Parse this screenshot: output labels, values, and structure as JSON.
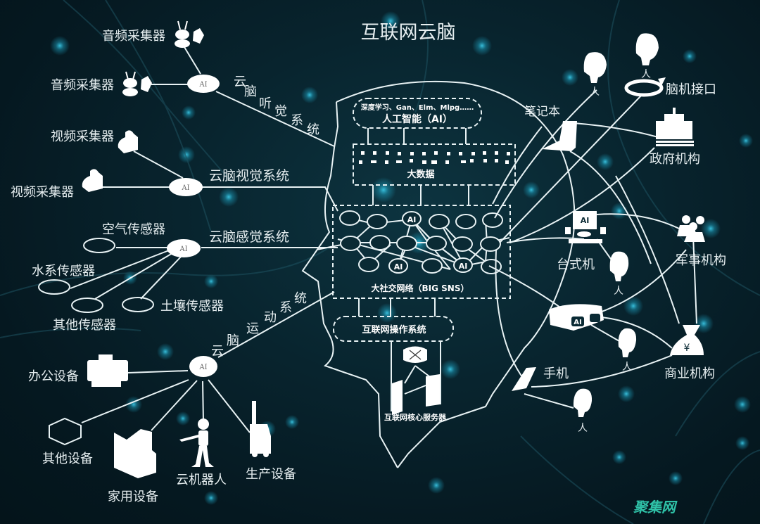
{
  "title": "互联网云脑",
  "watermark": {
    "text": "聚集网",
    "color": "#2fc2a8"
  },
  "colors": {
    "background": "#061a22",
    "line": "#e8f2f4",
    "glow": "#1fb6d6"
  },
  "brain_center": {
    "ai_layer": {
      "subtitle": "深度学习、Gan、Elm、Mlpg……",
      "label": "人工智能（AI）"
    },
    "big_data": {
      "label": "大数据"
    },
    "sns": {
      "label": "大社交网络（BIG SNS）",
      "ai_node_label": "AI"
    },
    "os": {
      "label": "互联网操作系统"
    },
    "servers": {
      "label": "互联网核心服务器"
    }
  },
  "systems": {
    "hearing": {
      "label": "云脑听觉系统",
      "chars": [
        "云",
        "脑",
        "听",
        "觉",
        "系",
        "统"
      ],
      "hub": "AI",
      "devices": [
        "音频采集器",
        "音频采集器"
      ]
    },
    "vision": {
      "label": "云脑视觉系统",
      "hub": "AI",
      "devices": [
        "视频采集器",
        "视频采集器"
      ]
    },
    "sensing": {
      "label": "云脑感觉系统",
      "hub": "AI",
      "devices": [
        "空气传感器",
        "水系传感器",
        "其他传感器",
        "土壤传感器"
      ]
    },
    "motion": {
      "label": "云脑运动系统",
      "chars": [
        "云",
        "脑",
        "运",
        "动",
        "系",
        "统"
      ],
      "hub": "AI",
      "devices": [
        "办公设备",
        "其他设备",
        "家用设备",
        "云机器人",
        "生产设备"
      ]
    }
  },
  "right_side": {
    "notebook": "笔记本",
    "bci": "脑机接口",
    "government": "政府机构",
    "desktop": "台式机",
    "desktop_screen": "AI",
    "military": "军事机构",
    "vr_headset": "AI",
    "phone": "手机",
    "business": "商业机构",
    "yuan_symbol": "¥",
    "person": "人"
  }
}
